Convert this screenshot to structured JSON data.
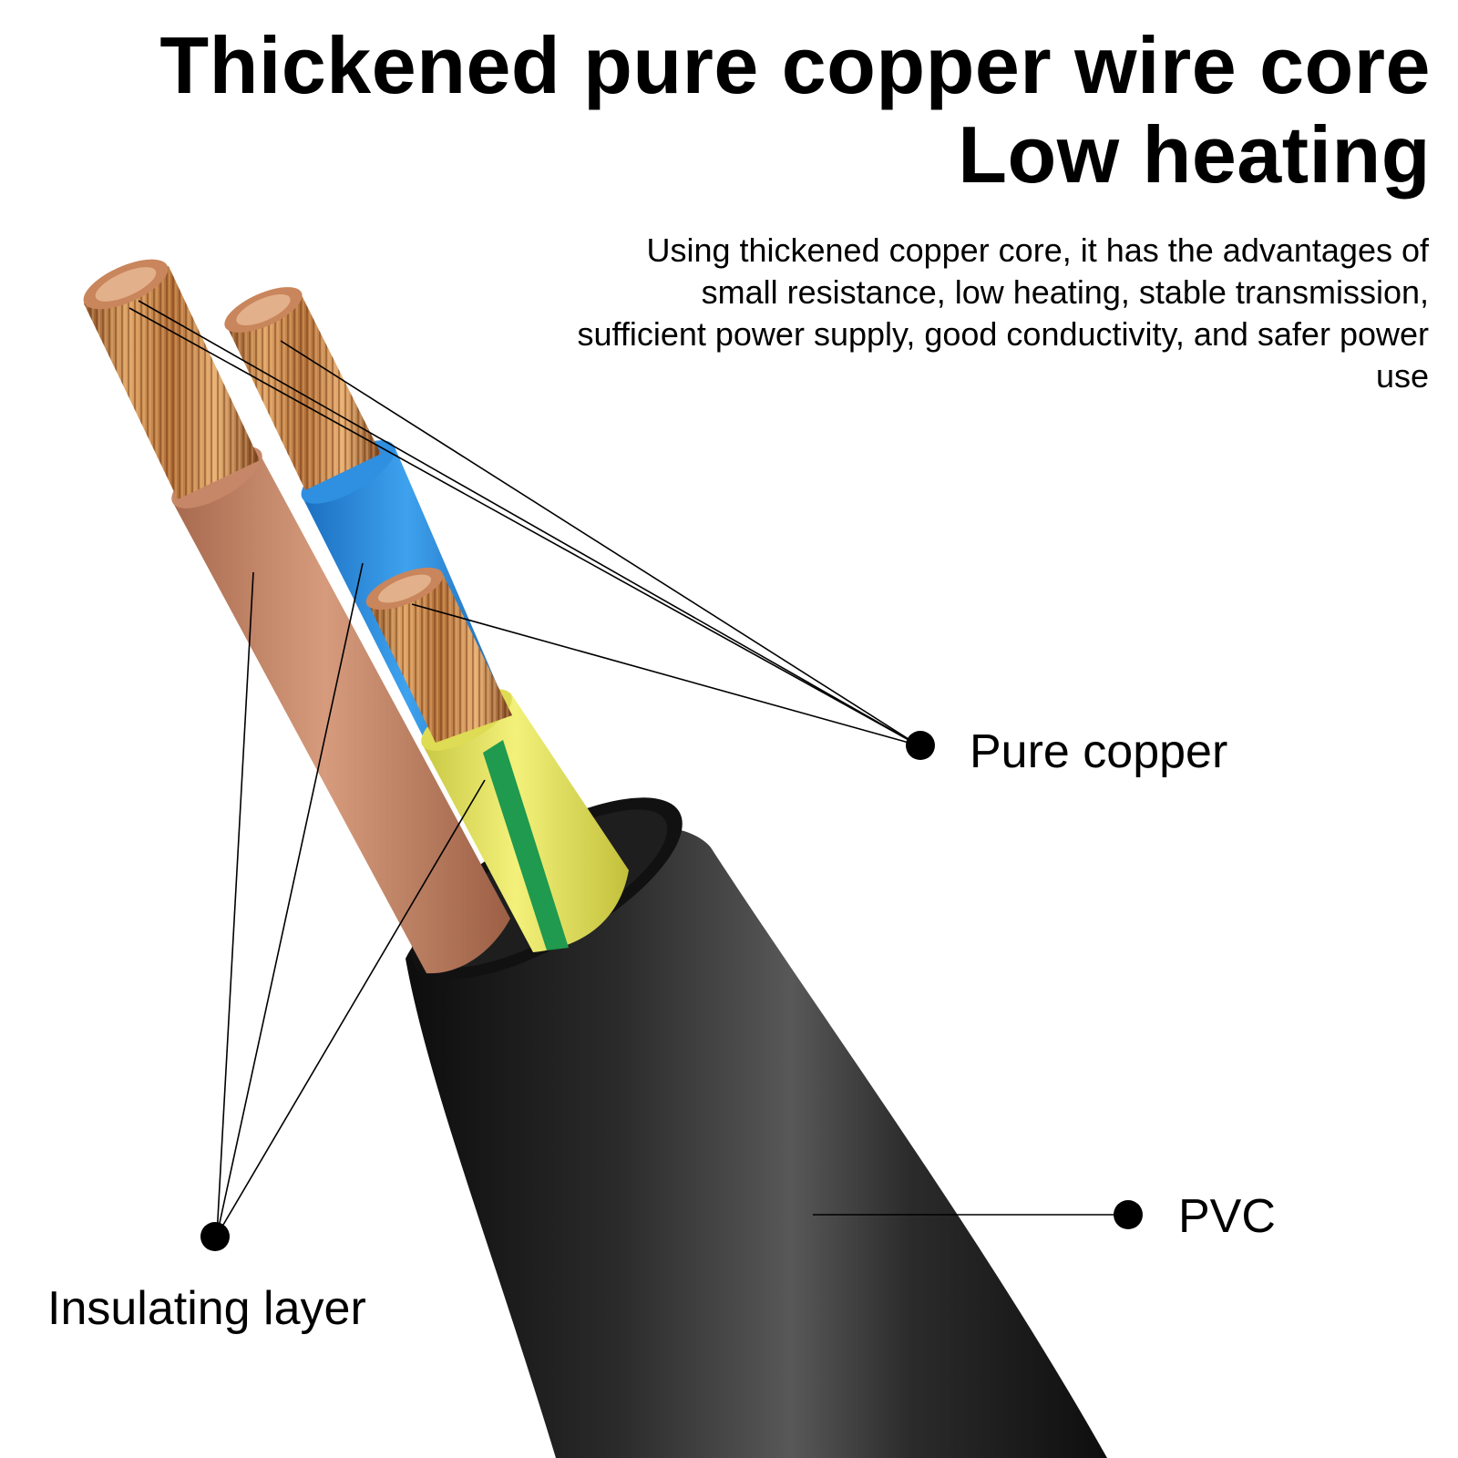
{
  "headline": {
    "line1": "Thickened pure copper wire core",
    "line2": "Low heating"
  },
  "description": "Using thickened copper core, it has the advantages of small resistance, low heating, stable transmission, sufficient power supply, good conductivity, and safer power use",
  "callouts": {
    "pure_copper": "Pure copper",
    "pvc": "PVC",
    "insulating_layer": "Insulating layer"
  },
  "colors": {
    "copper": "#c98a4a",
    "brown_insulation": "#c9886b",
    "blue_insulation": "#2f8fe0",
    "yellow_insulation": "#ecea62",
    "green_stripe": "#1f9a4e",
    "pvc_sheath": "#1c1c1c",
    "callout_line": "#000000"
  },
  "icons": {
    "callout_marker": "dot-icon"
  }
}
